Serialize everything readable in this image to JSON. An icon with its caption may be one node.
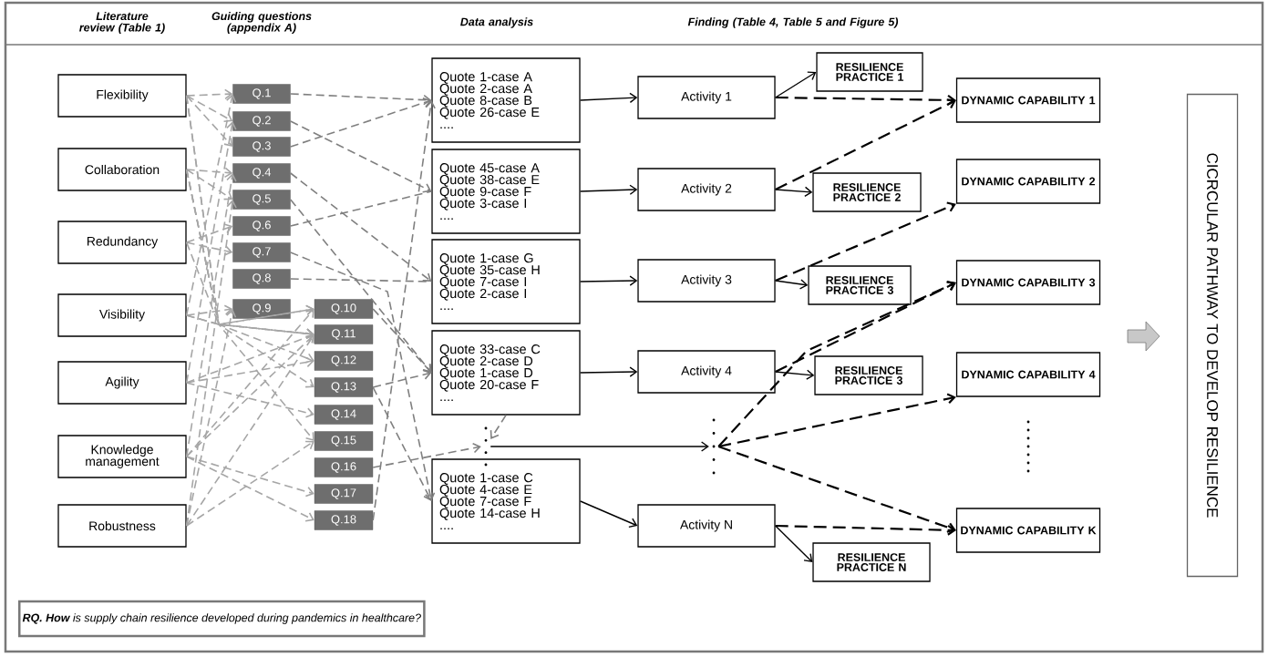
{
  "diagram": {
    "nodes": [
      {
        "text": [
          "Flexibility"
        ]
      },
      {
        "text": [
          "Collaboration"
        ]
      },
      {
        "text": [
          "Redundancy"
        ]
      },
      {
        "text": [
          "Visibility"
        ]
      },
      {
        "text": [
          "Agility"
        ]
      },
      {
        "text": [
          "Knowledge management"
        ]
      },
      {
        "text": [
          "Robustness"
        ]
      },
      {
        "text": [
          "Q.1"
        ]
      },
      {
        "text": [
          "Q.2"
        ]
      },
      {
        "text": [
          "Q.3"
        ]
      },
      {
        "text": [
          "Q.4"
        ]
      },
      {
        "text": [
          "Q.5"
        ]
      },
      {
        "text": [
          "Q.6"
        ]
      },
      {
        "text": [
          "Q.7"
        ]
      },
      {
        "text": [
          "Q.8"
        ]
      },
      {
        "text": [
          "Q.9"
        ]
      },
      {
        "text": [
          "Q.10"
        ]
      },
      {
        "text": [
          "Q.11"
        ]
      },
      {
        "text": [
          "Q.12"
        ]
      },
      {
        "text": [
          "Q.13"
        ]
      },
      {
        "text": [
          "Q.14"
        ]
      },
      {
        "text": [
          "Q.15"
        ]
      },
      {
        "text": [
          "Q.16"
        ]
      },
      {
        "text": [
          "Q.17"
        ]
      },
      {
        "text": [
          "Q.18"
        ]
      },
      {
        "text": [
          "Quote 1-case A",
          "Quote 2-case A",
          "Quote 8-case B",
          "Quote 26-case E",
          "...."
        ]
      },
      {
        "text": [
          "Quote 45-case A",
          "Quote 38-case E",
          "Quote 9-case F",
          "Quote 3-case I",
          "...."
        ]
      },
      {
        "text": [
          "Quote 1-case G",
          "Quote 35-case H",
          "Quote 7-case I",
          "Quote 2-case I",
          "...."
        ]
      },
      {
        "text": [
          "Quote 33-case C",
          "Quote 2-case D",
          "Quote 1-case D",
          "Quote 20-case F",
          "...."
        ]
      },
      {
        "text": [],
        "shape": "dots"
      },
      {
        "text": [
          "Quote 1-case C",
          "Quote 4-case E",
          "Quote 7-case F",
          "Quote 14-case H",
          "...."
        ]
      },
      {
        "text": [
          "Activity 1"
        ]
      },
      {
        "text": [
          "Activity 2"
        ]
      },
      {
        "text": [
          "Activity 3"
        ]
      },
      {
        "text": [
          "Activity 4"
        ]
      },
      {
        "text": [],
        "shape": "dots"
      },
      {
        "text": [
          "Activity N"
        ]
      },
      {
        "text": [
          "RESILIENCE PRACTICE 1"
        ]
      },
      {
        "text": [
          "RESILIENCE PRACTICE 2"
        ]
      },
      {
        "text": [
          "RESILIENCE PRACTICE 3"
        ]
      },
      {
        "text": [
          "RESILIENCE PRACTICE 3"
        ]
      },
      {
        "text": [
          "RESILIENCE PRACTICE N"
        ]
      },
      {
        "text": [
          "DYNAMIC CAPABILITY 1"
        ]
      },
      {
        "text": [
          "DYNAMIC CAPABILITY 2"
        ]
      },
      {
        "text": [
          "DYNAMIC CAPABILITY 3"
        ]
      },
      {
        "text": [
          "DYNAMIC CAPABILITY 4"
        ]
      },
      {
        "text": [
          "DYNAMIC CAPABILITY K"
        ]
      },
      {
        "text": [
          "CICRCULAR PATHWAY TO DEVELOP RESILIENCE"
        ]
      },
      {
        "text": [
          "**RQ. How** is supply chain resilience developed during pandemics in healthcare?"
        ]
      }
    ],
    "edges": [
      {
        "from": 0,
        "to": 7,
        "arrow": "to",
        "style": "dashed",
        "color": "#a6a6a6"
      },
      {
        "from": 0,
        "to": 8,
        "arrow": "to",
        "style": "dashed",
        "color": "#a6a6a6"
      },
      {
        "from": 0,
        "to": 9,
        "arrow": "to",
        "style": "dashed",
        "color": "#a6a6a6"
      },
      {
        "from": 0,
        "to": 16,
        "arrow": "to",
        "style": "dashed",
        "color": "#a6a6a6"
      },
      {
        "from": 0,
        "to": 18,
        "arrow": "to",
        "style": "dashed",
        "color": "#a6a6a6"
      },
      {
        "from": 1,
        "to": 10,
        "arrow": "to",
        "style": "dashed",
        "color": "#a6a6a6"
      },
      {
        "from": 1,
        "to": 11,
        "arrow": "to",
        "style": "dashed",
        "color": "#a6a6a6"
      },
      {
        "from": 1,
        "to": 17,
        "arrow": "to",
        "style": "dashed",
        "color": "#a6a6a6"
      },
      {
        "from": 1,
        "to": 19,
        "arrow": "to",
        "style": "dashed",
        "color": "#a6a6a6"
      },
      {
        "from": 1,
        "to": 21,
        "arrow": "to",
        "style": "dashed",
        "color": "#a6a6a6"
      },
      {
        "from": 2,
        "to": 12,
        "arrow": "to",
        "style": "dashed",
        "color": "#a6a6a6"
      },
      {
        "from": 2,
        "to": 13,
        "arrow": "to",
        "style": "dashed",
        "color": "#a6a6a6"
      },
      {
        "from": 2,
        "to": 17,
        "arrow": "to",
        "style": "dashed",
        "color": "#a6a6a6"
      },
      {
        "from": 3,
        "to": 15,
        "arrow": "to",
        "style": "dashed",
        "color": "#a6a6a6"
      },
      {
        "from": 3,
        "to": 16,
        "arrow": "to",
        "style": "dashed",
        "color": "#a6a6a6"
      },
      {
        "from": 3,
        "to": 7,
        "arrow": "to",
        "style": "dashed",
        "color": "#a6a6a6"
      },
      {
        "from": 3,
        "to": 17,
        "arrow": "to",
        "style": "dashed",
        "color": "#a6a6a6"
      },
      {
        "from": 4,
        "to": 17,
        "arrow": "to",
        "style": "dashed",
        "color": "#a6a6a6"
      },
      {
        "from": 4,
        "to": 18,
        "arrow": "to",
        "style": "dashed",
        "color": "#a6a6a6"
      },
      {
        "from": 4,
        "to": 20,
        "arrow": "to",
        "style": "dashed",
        "color": "#a6a6a6"
      },
      {
        "from": 4,
        "to": 8,
        "arrow": "to",
        "style": "dashed",
        "color": "#a6a6a6"
      },
      {
        "from": 5,
        "to": 23,
        "arrow": "to",
        "style": "dashed",
        "color": "#a6a6a6"
      },
      {
        "from": 5,
        "to": 24,
        "arrow": "to",
        "style": "dashed",
        "color": "#a6a6a6"
      },
      {
        "from": 5,
        "to": 16,
        "arrow": "to",
        "style": "dashed",
        "color": "#a6a6a6"
      },
      {
        "from": 5,
        "to": 17,
        "arrow": "to",
        "style": "dashed",
        "color": "#a6a6a6"
      },
      {
        "from": 5,
        "to": 10,
        "arrow": "to",
        "style": "dashed",
        "color": "#a6a6a6"
      },
      {
        "from": 6,
        "to": 21,
        "arrow": "to",
        "style": "dashed",
        "color": "#a6a6a6"
      },
      {
        "from": 6,
        "to": 11,
        "arrow": "to",
        "style": "dashed",
        "color": "#a6a6a6"
      },
      {
        "from": 6,
        "to": 15,
        "arrow": "to",
        "style": "dashed",
        "color": "#a6a6a6"
      },
      {
        "from": 6,
        "to": 17,
        "arrow": "to",
        "style": "dashed",
        "color": "#a6a6a6"
      },
      {
        "from": 7,
        "to": 25,
        "arrow": "to",
        "style": "dashed",
        "color": "#808080"
      },
      {
        "from": 9,
        "to": 25,
        "arrow": "to",
        "style": "dashed",
        "color": "#808080"
      },
      {
        "from": 8,
        "to": 26,
        "arrow": "to",
        "style": "dashed",
        "color": "#808080"
      },
      {
        "from": 10,
        "to": 27,
        "arrow": "to",
        "style": "dashed",
        "color": "#808080"
      },
      {
        "from": 11,
        "to": 28,
        "arrow": "to",
        "style": "dashed",
        "color": "#808080"
      },
      {
        "from": 12,
        "to": 26,
        "arrow": "none",
        "style": "dashed",
        "color": "#808080"
      },
      {
        "from": 14,
        "to": 27,
        "arrow": "none",
        "style": "dashed",
        "color": "#808080"
      },
      {
        "from": 13,
        "to": 30,
        "arrow": "to",
        "style": "dashed",
        "color": "#808080"
      },
      {
        "from": 19,
        "to": 28,
        "arrow": "to",
        "style": "dashed",
        "color": "#808080"
      },
      {
        "from": 19,
        "to": 30,
        "arrow": "to",
        "style": "dashed",
        "color": "#808080"
      },
      {
        "from": 22,
        "to": 29,
        "arrow": "to",
        "style": "dashed",
        "color": "#808080"
      },
      {
        "from": 16,
        "to": 28,
        "arrow": "to",
        "style": "dashed",
        "color": "#808080"
      },
      {
        "from": 24,
        "to": 25,
        "arrow": "to",
        "style": "dashed",
        "color": "#808080"
      },
      {
        "from": 28,
        "to": 29,
        "arrow": "to",
        "style": "dashed",
        "color": "#808080"
      },
      {
        "from": 25,
        "to": 31,
        "arrow": "to",
        "color": "#000000"
      },
      {
        "from": 26,
        "to": 32,
        "arrow": "to",
        "color": "#000000"
      },
      {
        "from": 27,
        "to": 33,
        "arrow": "to",
        "color": "#000000"
      },
      {
        "from": 28,
        "to": 34,
        "arrow": "to",
        "color": "#000000"
      },
      {
        "from": 29,
        "to": 35,
        "arrow": "to",
        "color": "#000000"
      },
      {
        "from": 30,
        "to": 36,
        "arrow": "to",
        "color": "#000000"
      },
      {
        "from": 31,
        "to": 37,
        "arrow": "to",
        "color": "#000000"
      },
      {
        "from": 31,
        "to": 42,
        "arrow": "to",
        "style": "dashed",
        "color": "#000000"
      },
      {
        "from": 32,
        "to": 38,
        "arrow": "to",
        "color": "#000000"
      },
      {
        "from": 32,
        "to": 42,
        "arrow": "to",
        "style": "dashed",
        "color": "#000000"
      },
      {
        "from": 33,
        "to": 39,
        "arrow": "to",
        "color": "#000000"
      },
      {
        "from": 33,
        "to": 43,
        "arrow": "to",
        "style": "dashed",
        "color": "#000000"
      },
      {
        "from": 34,
        "to": 40,
        "arrow": "to",
        "color": "#000000"
      },
      {
        "from": 34,
        "to": 44,
        "arrow": "to",
        "style": "dashed",
        "color": "#000000"
      },
      {
        "from": 35,
        "to": 44,
        "arrow": "to",
        "style": "dashed",
        "color": "#000000"
      },
      {
        "from": 35,
        "to": 45,
        "arrow": "to",
        "style": "dashed",
        "color": "#000000"
      },
      {
        "from": 35,
        "to": 46,
        "arrow": "to",
        "style": "dashed",
        "color": "#000000"
      },
      {
        "from": 36,
        "to": 46,
        "arrow": "to",
        "style": "dashed",
        "color": "#000000"
      },
      {
        "from": 36,
        "to": 41,
        "arrow": "to",
        "color": "#000000"
      },
      {
        "from": null,
        "to": 47,
        "arrow": "to",
        "style": "thick",
        "color": "#c8c8c8"
      }
    ],
    "labels": [
      "Literature review (Table 1)",
      "Guiding questions (appendix A)",
      "Data analysis",
      "Finding (Table 4, Table 5 and Figure 5)"
    ]
  }
}
